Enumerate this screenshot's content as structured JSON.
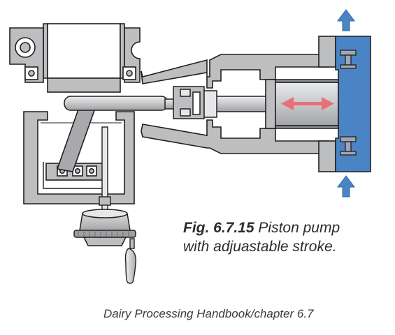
{
  "figure": {
    "number": "Fig. 6.7.15",
    "title_line1": "Piston pump",
    "title_line2": "with adjuastable stroke."
  },
  "source": "Dairy Processing Handbook/chapter 6.7",
  "colors": {
    "metal": "#bcbec0",
    "metal_light": "#e6e7e8",
    "outline": "#231f20",
    "fluid": "#4a84c4",
    "fluid_dark": "#2f6aa9",
    "stroke_arrow": "#e8707a"
  },
  "icons": {
    "flow_out": "arrow-up-icon",
    "flow_in": "arrow-up-icon",
    "stroke": "double-arrow-icon"
  }
}
